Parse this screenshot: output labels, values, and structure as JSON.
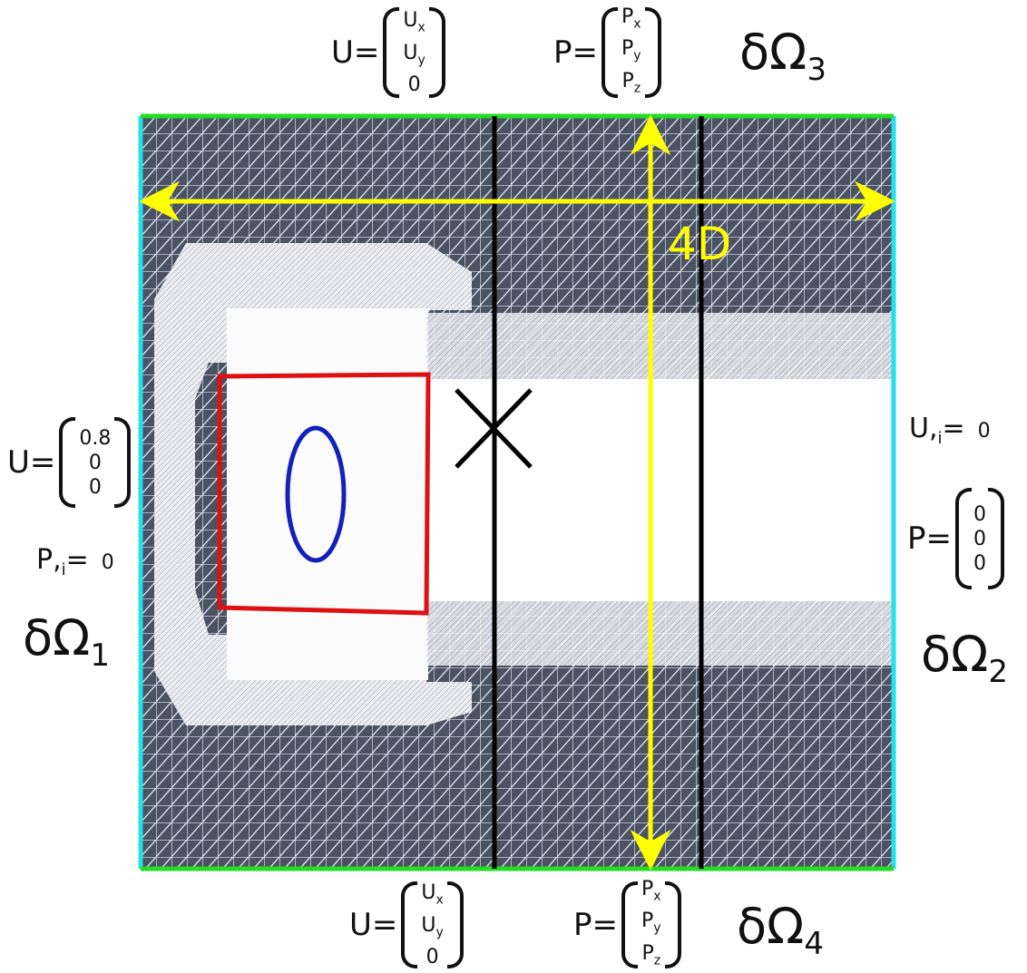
{
  "colors": {
    "mesh_background": "#4b5264",
    "mesh_lines": "#e6e8ee",
    "refined_region": "#ffffff",
    "inlet_outlet_boundary": "#22e0ee",
    "wall_boundary": "#22dd22",
    "subdomain_box": "#dd1111",
    "ellipse_obstacle": "#1122bb",
    "probe_lines": "#000000",
    "dimension_arrows": "#ffff00"
  },
  "top": {
    "U_lhs": "U=",
    "U_1": "U",
    "U_1_sub": "x",
    "U_2": "U",
    "U_2_sub": "y",
    "U_3": "0",
    "P_lhs": "P=",
    "P_1": "P",
    "P_1_sub": "x",
    "P_2": "P",
    "P_2_sub": "y",
    "P_3": "P",
    "P_3_sub": "z",
    "boundary_symbol": "δΩ",
    "boundary_index": "3"
  },
  "left": {
    "U_lhs": "U=",
    "U_1": "0.8",
    "U_2": "0",
    "U_3": "0",
    "P_grad": "P,",
    "P_grad_sub": "i",
    "P_grad_rhs": "=",
    "P_grad_value": "0",
    "boundary_symbol": "δΩ",
    "boundary_index": "1"
  },
  "right": {
    "U_grad": "U,",
    "U_grad_sub": "i",
    "U_grad_rhs": "=",
    "U_grad_value": "0",
    "P_lhs": "P=",
    "P_1": "0",
    "P_2": "0",
    "P_3": "0",
    "boundary_symbol": "δΩ",
    "boundary_index": "2"
  },
  "bottom": {
    "U_lhs": "U=",
    "U_1": "U",
    "U_1_sub": "x",
    "U_2": "U",
    "U_2_sub": "y",
    "U_3": "0",
    "P_lhs": "P=",
    "P_1": "P",
    "P_1_sub": "x",
    "P_2": "P",
    "P_2_sub": "y",
    "P_3": "P",
    "P_3_sub": "z",
    "boundary_symbol": "δΩ",
    "boundary_index": "4"
  },
  "annotations": {
    "length": "4D"
  }
}
